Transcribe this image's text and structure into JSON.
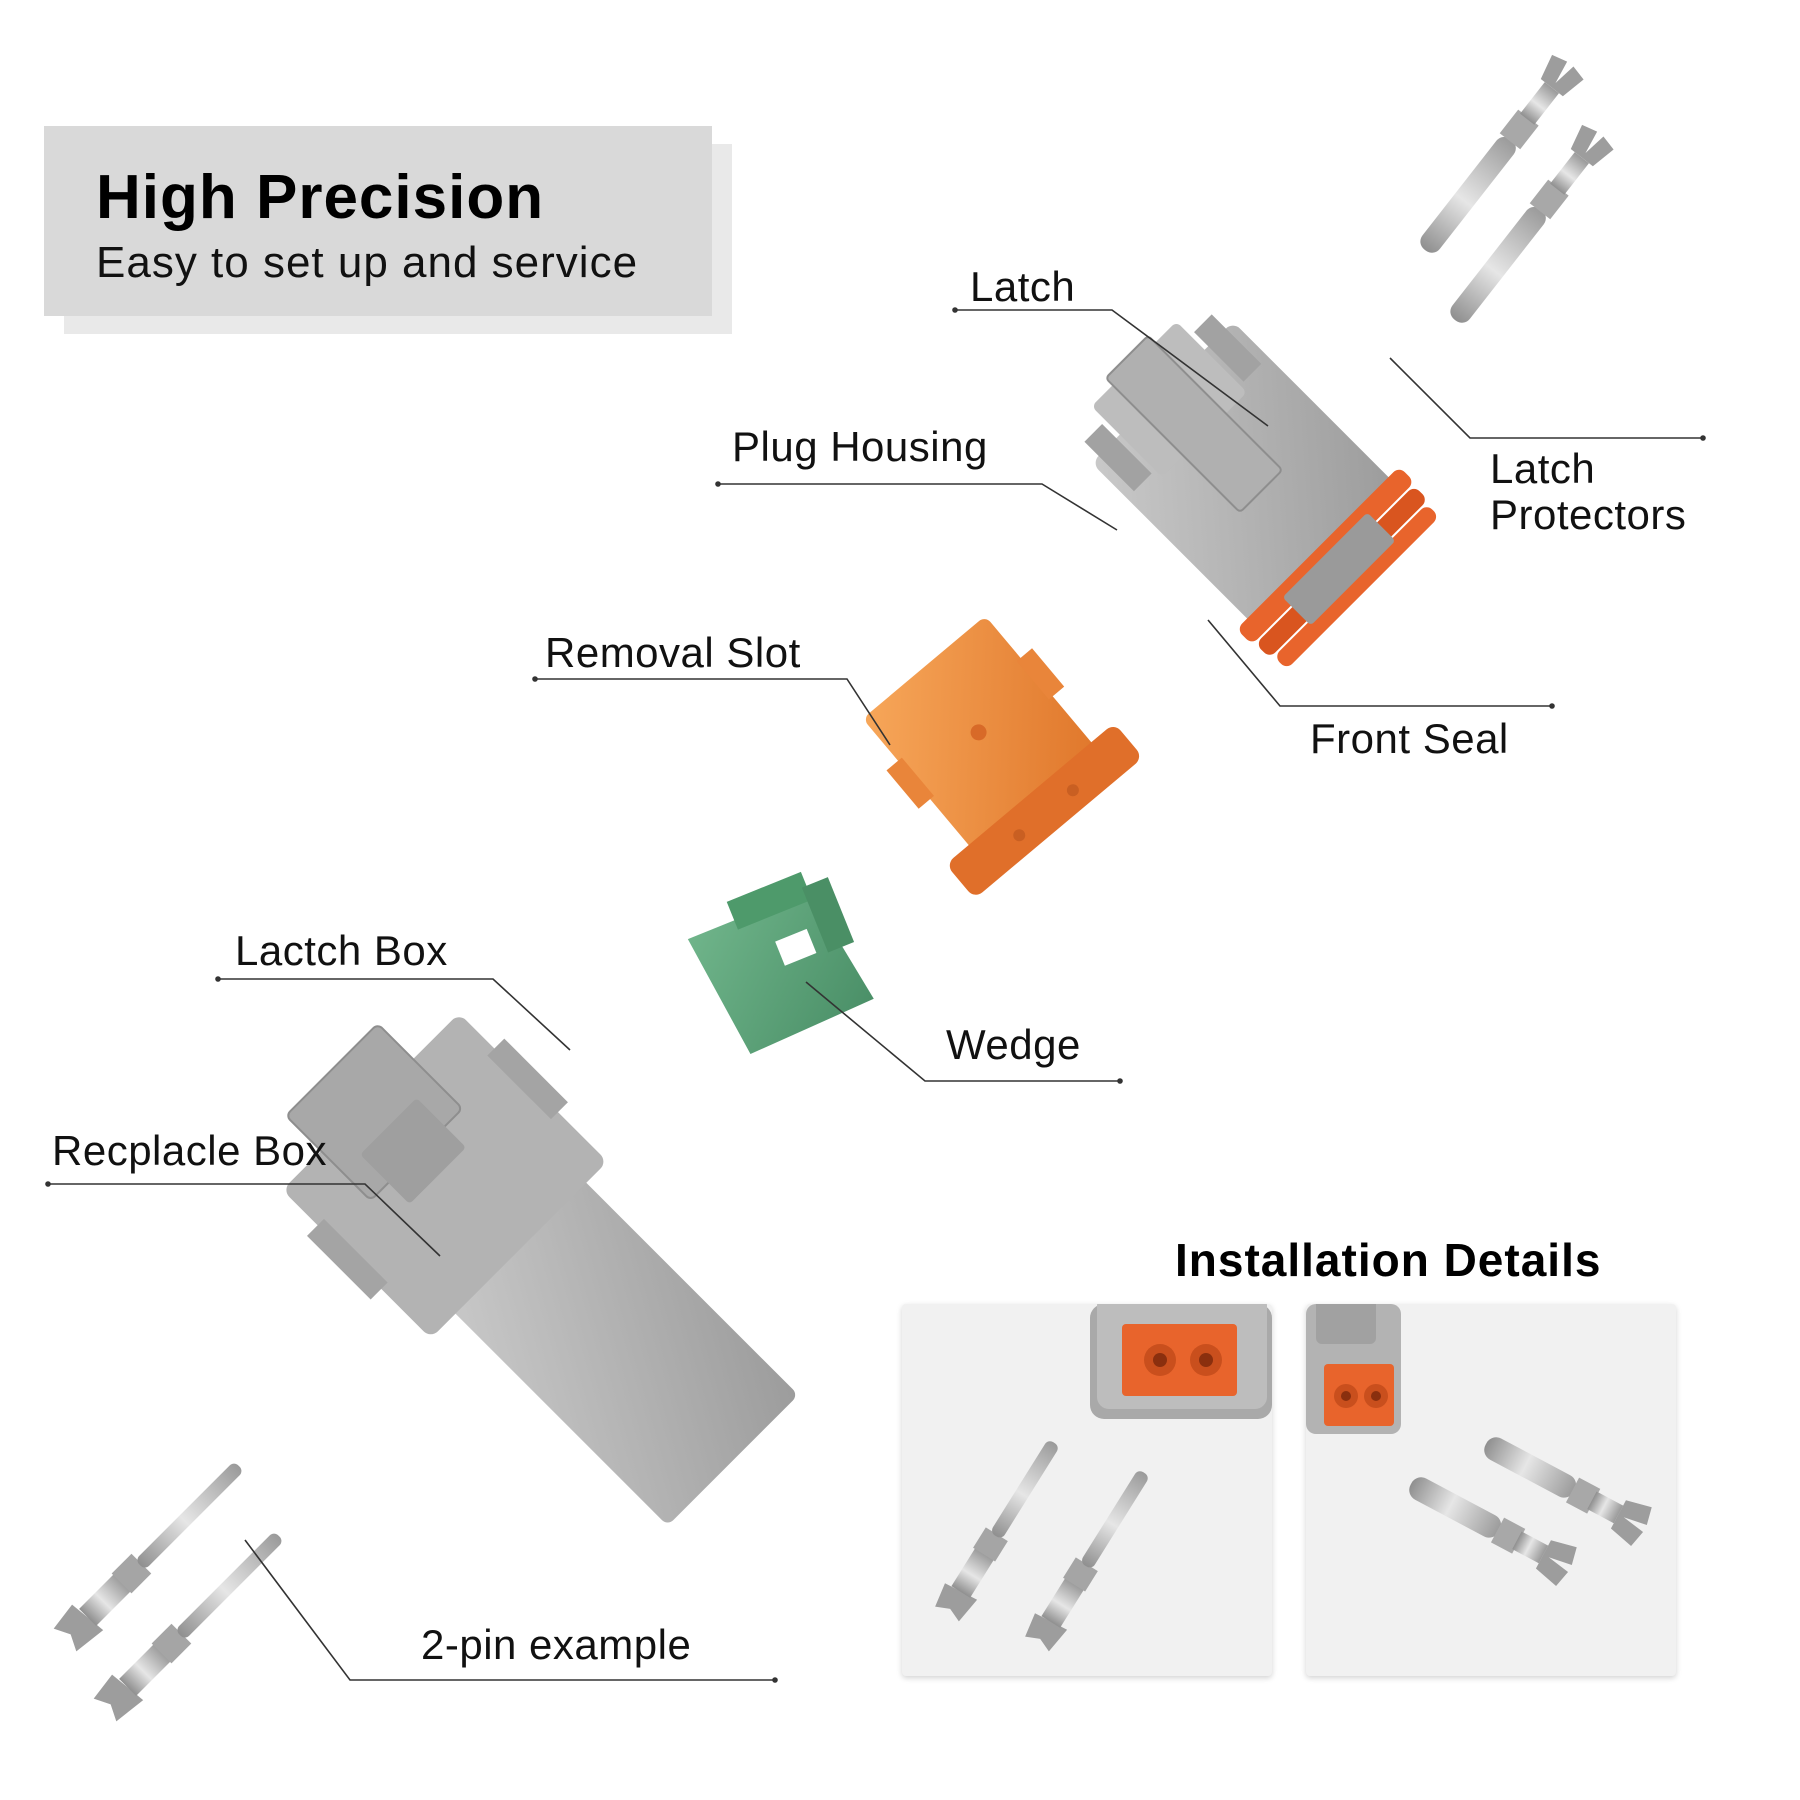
{
  "banner": {
    "title": "High Precision",
    "subtitle": "Easy to set up and service"
  },
  "labels": {
    "latch": "Latch",
    "latch_protectors": "Latch Protectors",
    "plug_housing": "Plug Housing",
    "removal_slot": "Removal Slot",
    "front_seal": "Front Seal",
    "lactch_box": "Lactch Box",
    "wedge": "Wedge",
    "recplacle_box": "Recplacle Box",
    "two_pin_example": "2-pin example"
  },
  "installation": {
    "title": "Installation Details"
  },
  "colors": {
    "housing_gray": "#a9a9a9",
    "seal_orange": "#e8642c",
    "wedge_orange": "#f2913f",
    "wedge_green": "#5ea37a",
    "metal": "#b8b8b8"
  }
}
